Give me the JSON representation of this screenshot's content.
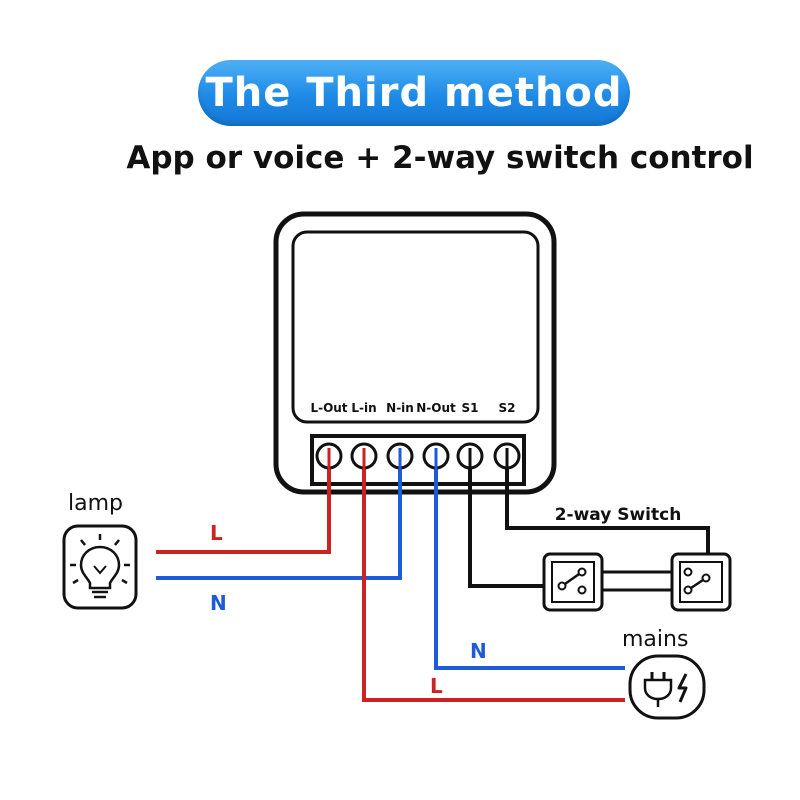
{
  "header": {
    "title": "The Third method",
    "subtitle": "App or voice + 2-way switch control"
  },
  "device": {
    "terminals": [
      "L-Out",
      "L-in",
      "N-in",
      "N-Out",
      "S1",
      "S2"
    ]
  },
  "labels": {
    "lamp": "lamp",
    "mains": "mains",
    "two_way_switch": "2-way Switch",
    "lamp_live": "L",
    "lamp_neutral": "N",
    "mains_neutral": "N",
    "mains_live": "L"
  },
  "colors": {
    "title_bg": "#1d8ae6",
    "live_wire": "#cc2222",
    "neutral_wire": "#1e5bd8",
    "switch_wire": "#111111"
  },
  "icons": {
    "lamp": "light-bulb-icon",
    "mains": "plug-power-icon"
  }
}
